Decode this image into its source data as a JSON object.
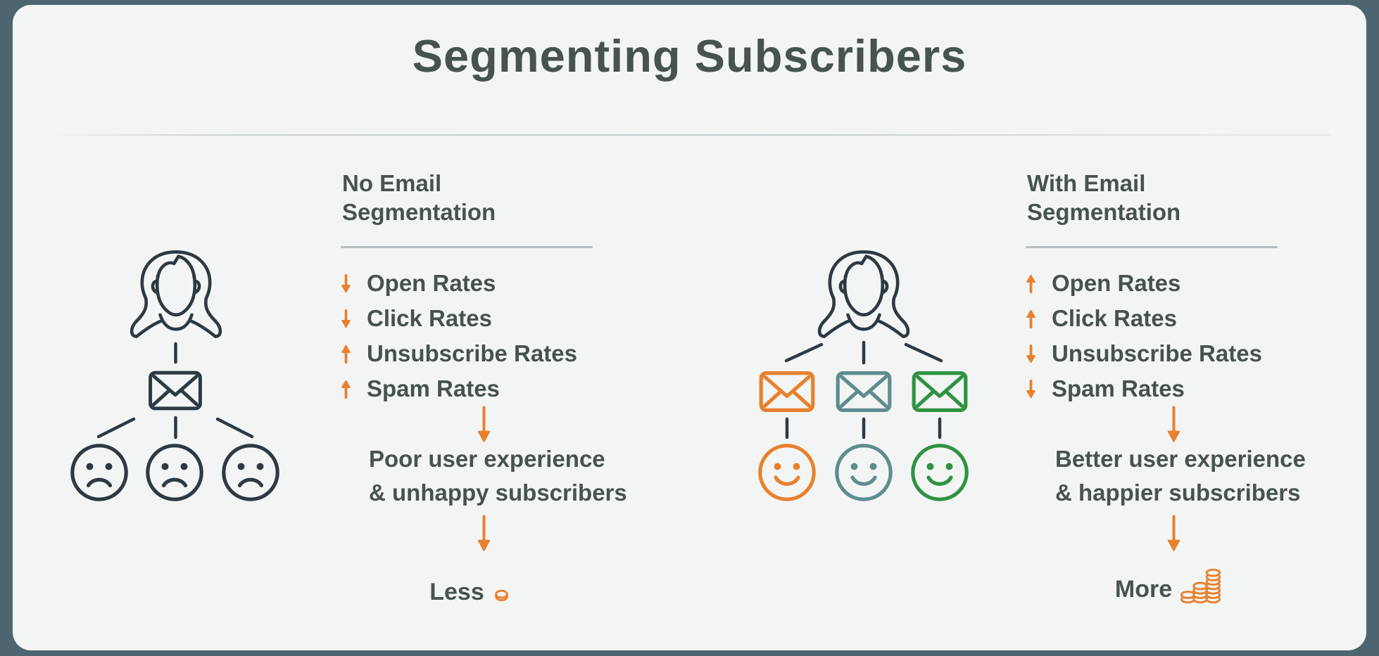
{
  "title": "Segmenting Subscribers",
  "colors": {
    "page_background": "#4d6570",
    "card_background": "#f3f5f4",
    "text": "#47534f",
    "icon_stroke": "#2d3a44",
    "accent_orange": "#e8812f",
    "teal": "#5f8d8f",
    "green": "#2f9342",
    "divider": "#b7bfc1"
  },
  "left": {
    "heading_line1": "No Email",
    "heading_line2": "Segmentation",
    "metrics": [
      {
        "label": "Open Rates",
        "direction": "down"
      },
      {
        "label": "Click Rates",
        "direction": "down"
      },
      {
        "label": "Unsubscribe Rates",
        "direction": "up"
      },
      {
        "label": "Spam Rates",
        "direction": "up"
      }
    ],
    "outcome_line1": "Poor user experience",
    "outcome_line2": "& unhappy subscribers",
    "money_label": "Less",
    "money_icon": "single-coin",
    "diagram": {
      "sender": "woman",
      "envelope_colors": [
        "#2d3a44"
      ],
      "face_mood": "sad",
      "face_colors": [
        "#2d3a44",
        "#2d3a44",
        "#2d3a44"
      ]
    }
  },
  "right": {
    "heading_line1": "With Email",
    "heading_line2": "Segmentation",
    "metrics": [
      {
        "label": "Open Rates",
        "direction": "up"
      },
      {
        "label": "Click Rates",
        "direction": "up"
      },
      {
        "label": "Unsubscribe Rates",
        "direction": "down"
      },
      {
        "label": "Spam Rates",
        "direction": "down"
      }
    ],
    "outcome_line1": "Better user experience",
    "outcome_line2": "& happier subscribers",
    "money_label": "More",
    "money_icon": "coin-stack",
    "diagram": {
      "sender": "woman",
      "envelope_colors": [
        "#e8812f",
        "#5f8d8f",
        "#2f9342"
      ],
      "face_mood": "happy",
      "face_colors": [
        "#e8812f",
        "#5f8d8f",
        "#2f9342"
      ]
    }
  }
}
